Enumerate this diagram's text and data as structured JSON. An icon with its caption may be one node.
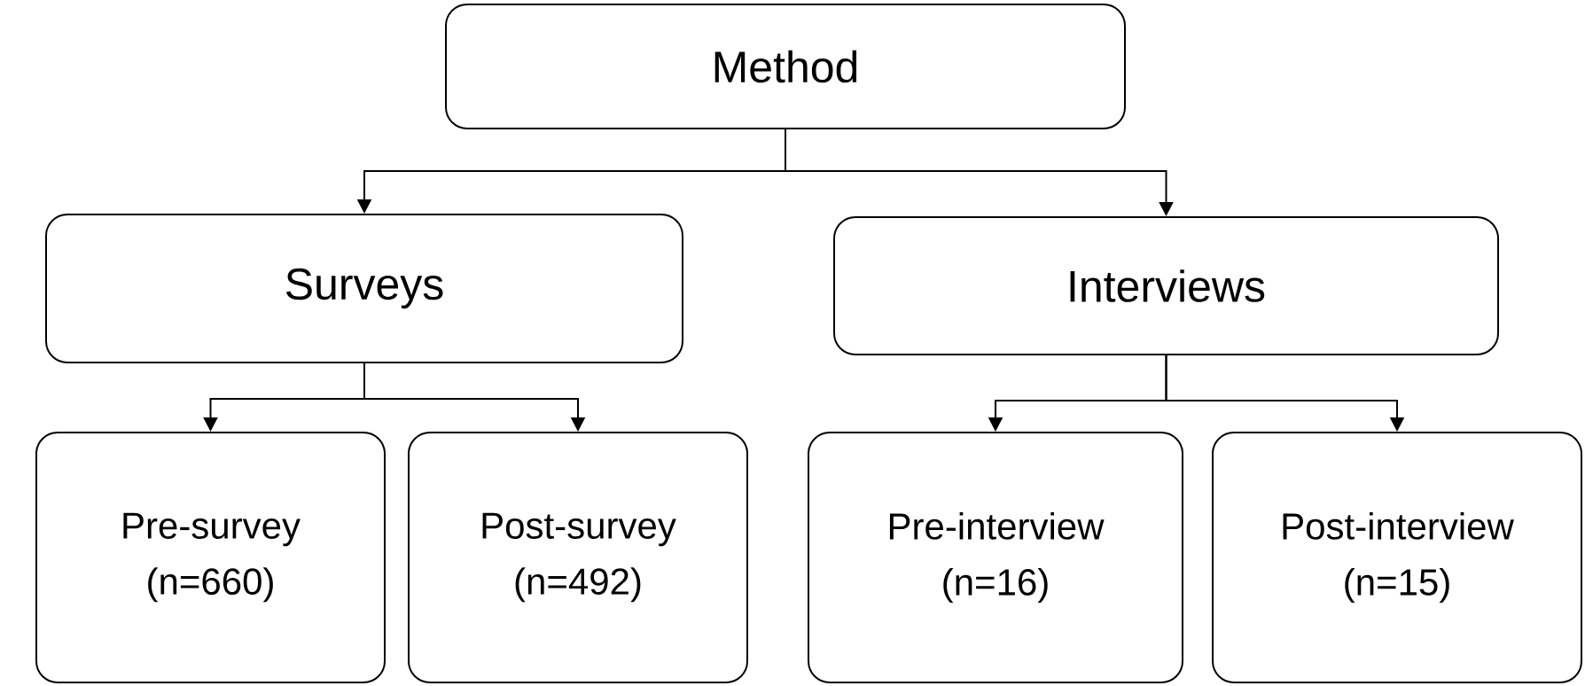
{
  "diagram": {
    "nodes": [
      {
        "text": [
          "Method"
        ]
      },
      {
        "text": [
          "Surveys"
        ]
      },
      {
        "text": [
          "Interviews"
        ]
      },
      {
        "text": [
          "Pre-survey",
          "(n=660)"
        ]
      },
      {
        "text": [
          "Post-survey",
          "(n=492)"
        ]
      },
      {
        "text": [
          "Pre-interview",
          "(n=16)"
        ]
      },
      {
        "text": [
          "Post-interview",
          "(n=15)"
        ]
      }
    ],
    "edges": [
      {
        "from": 0,
        "to": 1,
        "arrow": "to"
      },
      {
        "from": 0,
        "to": 2,
        "arrow": "to"
      },
      {
        "from": 1,
        "to": 3,
        "arrow": "to"
      },
      {
        "from": 1,
        "to": 4,
        "arrow": "to"
      },
      {
        "from": 2,
        "to": 5,
        "arrow": "to"
      },
      {
        "from": 2,
        "to": 6,
        "arrow": "to"
      }
    ]
  }
}
